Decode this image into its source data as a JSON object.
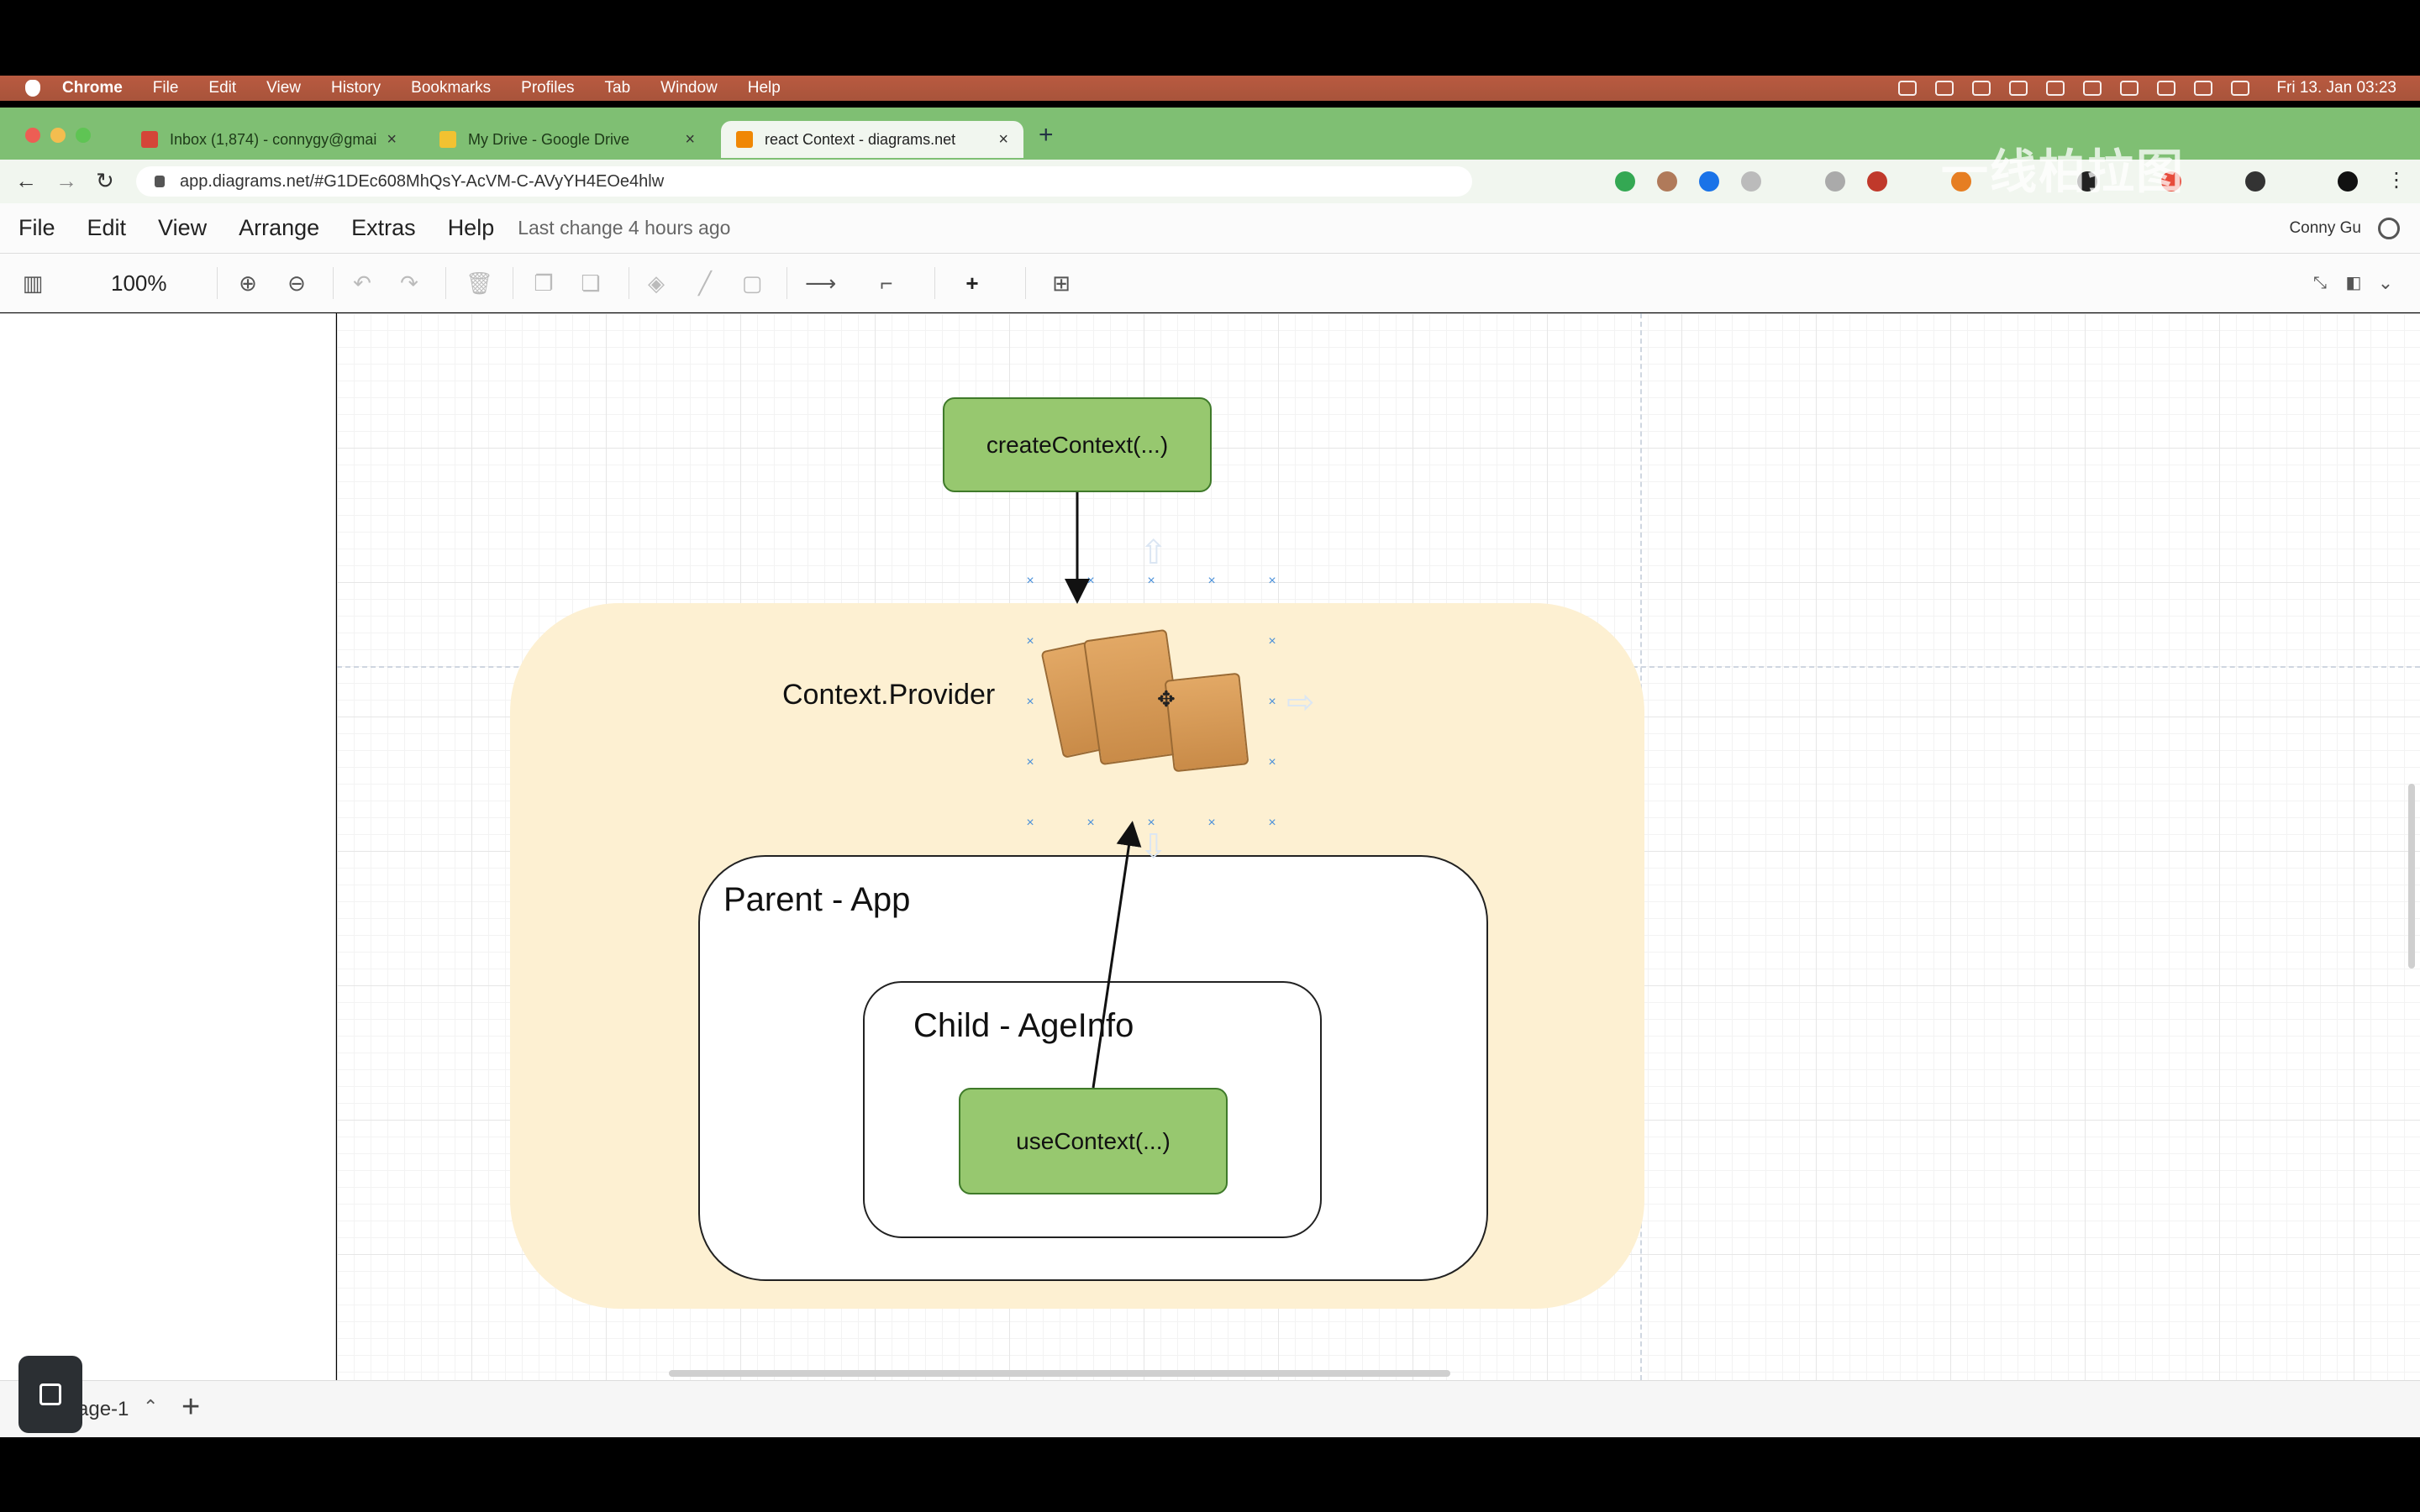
{
  "menubar": {
    "app": "Chrome",
    "items": [
      "File",
      "Edit",
      "View",
      "History",
      "Bookmarks",
      "Profiles",
      "Tab",
      "Window",
      "Help"
    ],
    "clock": "Fri 13. Jan  03:23"
  },
  "browser": {
    "tabs": [
      {
        "title": "Inbox (1,874) - connygy@gmai",
        "close": "×"
      },
      {
        "title": "My Drive - Google Drive",
        "close": "×"
      },
      {
        "title": "react Context - diagrams.net",
        "close": "×"
      }
    ],
    "new_tab": "+",
    "url": "app.diagrams.net/#G1DEc608MhQsY-AcVM-C-AVyYH4EOe4hlw"
  },
  "watermark": "一线柏拉图",
  "app_menu": {
    "items": [
      "File",
      "Edit",
      "View",
      "Arrange",
      "Extras",
      "Help"
    ],
    "last_change": "Last change 4 hours ago",
    "user": "Conny Gu"
  },
  "toolbar": {
    "zoom": "100%"
  },
  "diagram": {
    "create_node": "createContext(...)",
    "provider_label": "Context.Provider",
    "parent_label": "Parent - App",
    "child_label": "Child - AgeInfo",
    "use_node": "useContext(...)"
  },
  "pages": {
    "tab_label": "age-1",
    "add": "+"
  },
  "colors": {
    "menubar": "#b0573d",
    "tabbar": "#7fbf73",
    "provider_bg": "#fdf0d2",
    "node_fill": "#97c86f",
    "node_border": "#3f7a2a"
  }
}
